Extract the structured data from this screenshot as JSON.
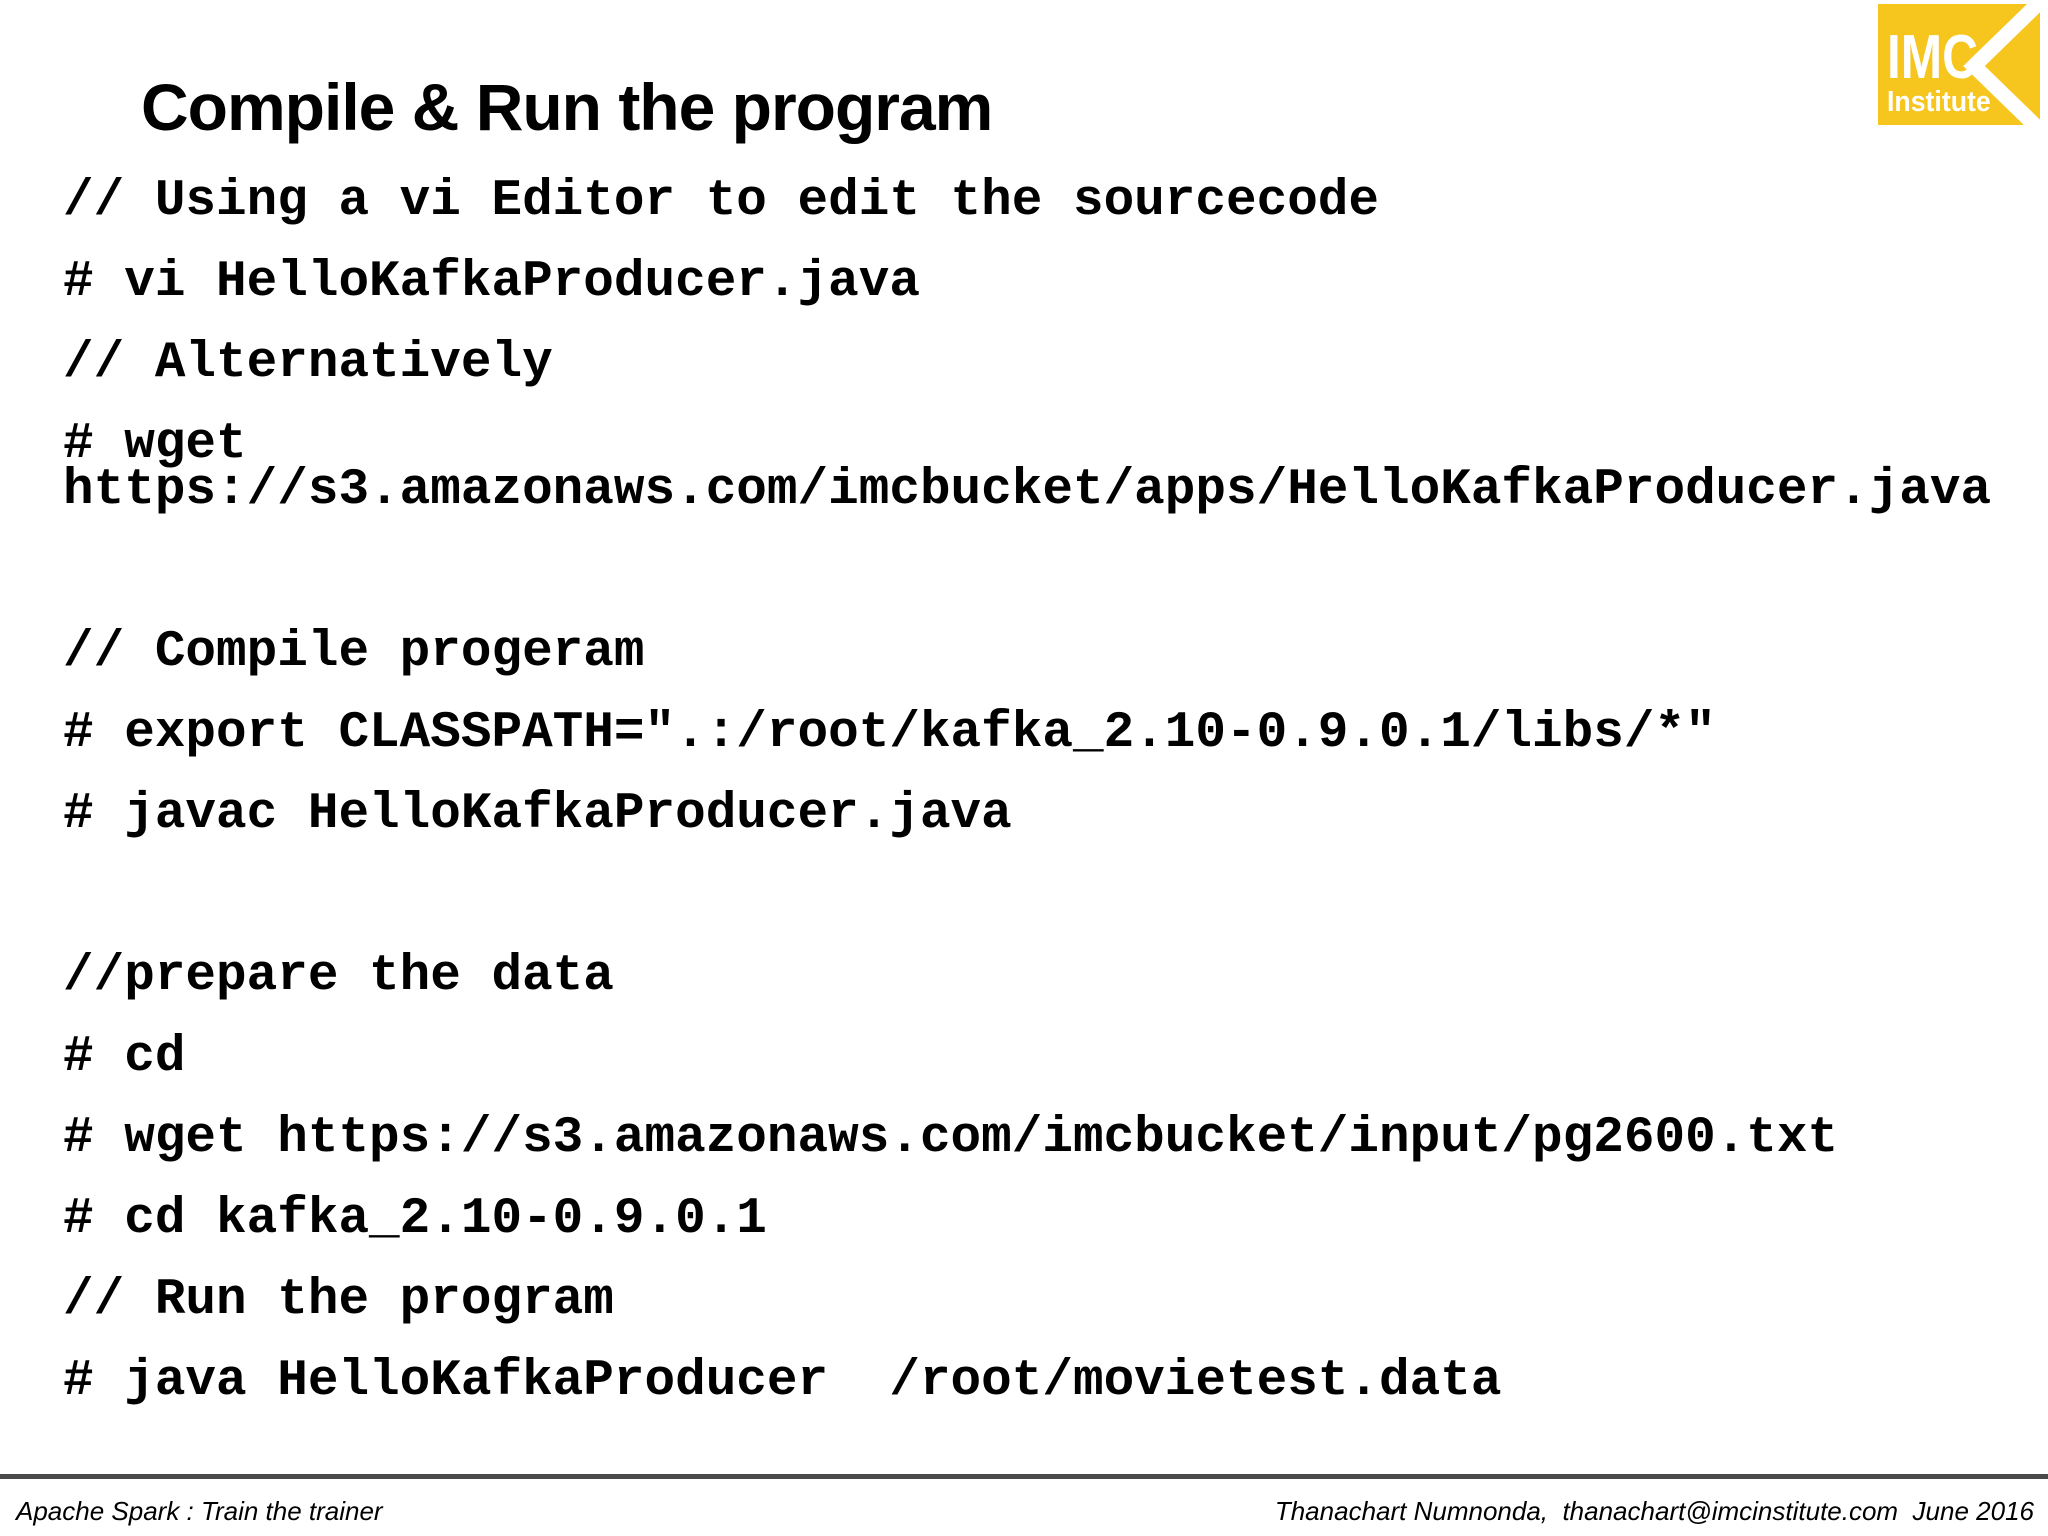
{
  "title": "Compile & Run the program",
  "logo": {
    "name": "IMC",
    "subname": "Institute",
    "bg_color": "#F6C51E",
    "text_color": "#FFFFFF"
  },
  "code": {
    "lines": [
      "// Using a vi Editor to edit the sourcecode",
      "# vi HelloKafkaProducer.java",
      "// Alternatively",
      "# wget https://s3.amazonaws.com/imcbucket/apps/HelloKafkaProducer.java",
      "// Compile progeram",
      "# export CLASSPATH=\".:/root/kafka_2.10-0.9.0.1/libs/*\"",
      "# javac HelloKafkaProducer.java",
      "//prepare the data",
      "# cd",
      "# wget https://s3.amazonaws.com/imcbucket/input/pg2600.txt",
      "# cd kafka_2.10-0.9.0.1",
      "// Run the program",
      "# java HelloKafkaProducer  /root/movietest.data"
    ]
  },
  "footer": {
    "left": "Apache Spark : Train the trainer",
    "right": "Thanachart Numnonda,  thanachart@imcinstitute.com  June 2016",
    "rule_color": "#4A4A4A"
  },
  "colors": {
    "background": "#FFFFFF",
    "text": "#000000"
  }
}
